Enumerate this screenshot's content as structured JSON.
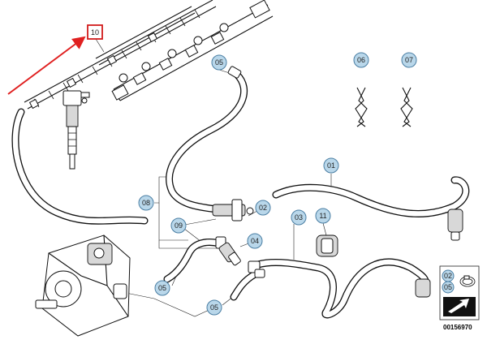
{
  "callouts": {
    "c01": "01",
    "c02": "02",
    "c03": "03",
    "c04": "04",
    "c05a": "05",
    "c05b": "05",
    "c05c": "05",
    "c06": "06",
    "c07": "07",
    "c08": "08",
    "c09": "09",
    "c10": "10",
    "c11": "11"
  },
  "legend": {
    "item_a": "02",
    "item_b": "05"
  },
  "diagram_code": "00156970",
  "colors": {
    "callout_fill": "#b9d7ea",
    "callout_stroke": "#4a7ea3",
    "highlight_box": "#d21b1b",
    "pointer_arrow": "#e02020",
    "hose": "#111111"
  }
}
